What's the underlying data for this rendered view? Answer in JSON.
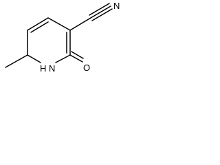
{
  "molecule": {
    "atoms": {
      "nitrile_n": "N",
      "ring_nh": "H N",
      "carbonyl_o": "O"
    }
  }
}
